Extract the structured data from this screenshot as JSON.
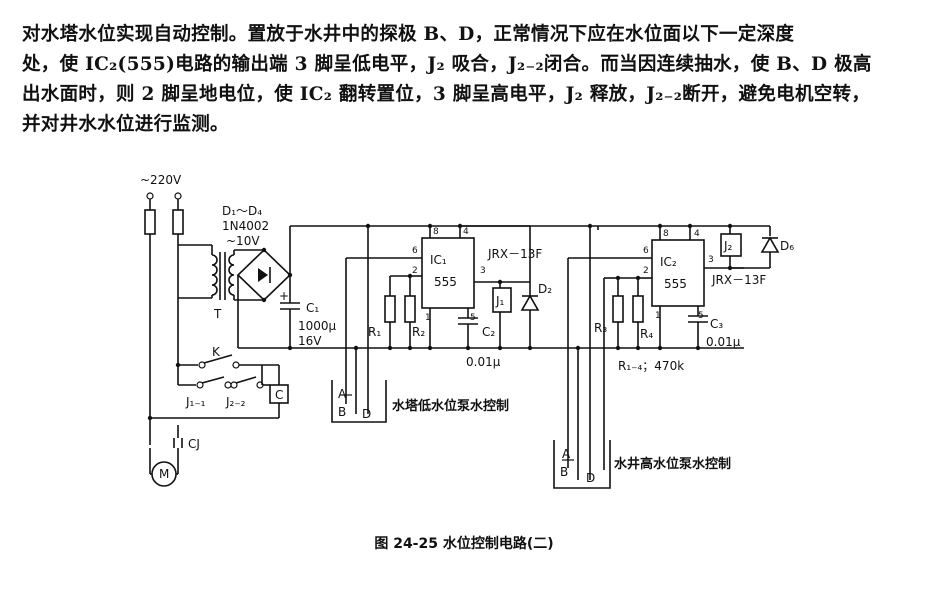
{
  "paragraph": {
    "lines": [
      "对水塔水位实现自动控制。置放于水井中的探极 B、D，正常情况下应在水位面以下一定深度",
      "处，使 IC₂(555)电路的输出端 3 脚呈低电平，J₂ 吸合，J₂₋₂闭合。而当因连续抽水，使 B、D 极高",
      "出水面时，则 2 脚呈地电位，使 IC₂ 翻转置位，3 脚呈高电平，J₂ 释放，J₂₋₂断开，避免电机空转，",
      "并对井水水位进行监测。"
    ]
  },
  "caption": "图 24-25   水位控制电路(二)",
  "diagram": {
    "supply": "~220V",
    "bridge_diodes": "D₁～D₄",
    "bridge_part": "1N4002",
    "secondary_voltage": "~10V",
    "transformer": "T",
    "cap_c1": "C₁",
    "cap_c1_value": "1000μ",
    "cap_c1_voltage": "16V",
    "cap_c1_plus": "+",
    "switch_k": "K",
    "contact_j11": "J₁₋₁",
    "contact_j22": "J₂₋₂",
    "coil_c": "C",
    "contactor": "CJ",
    "motor": "M",
    "ic1": "IC₁",
    "ic2": "IC₂",
    "ic_type": "555",
    "relay1_type": "JRX－13F",
    "relay2_type": "JRX－13F",
    "relay_j1": "J₁",
    "relay_j2": "J₂",
    "diode_d2": "D₂",
    "diode_d6": "D₆",
    "r1": "R₁",
    "r2": "R₂",
    "r3": "R₃",
    "r4": "R₄",
    "r_value": "R₁₋₄；470k",
    "c2": "C₂",
    "c3": "C₃",
    "c2_value": "0.01μ",
    "c3_value": "0.01μ",
    "pin_8": "8",
    "pin_4": "4",
    "pin_6": "6",
    "pin_2": "2",
    "pin_3": "3",
    "pin_1": "1",
    "pin_5": "5",
    "probe_a": "A",
    "probe_b": "B",
    "probe_d": "D",
    "tank1_label": "水塔低水位泵水控制",
    "tank2_label": "水井高水位泵水控制"
  }
}
